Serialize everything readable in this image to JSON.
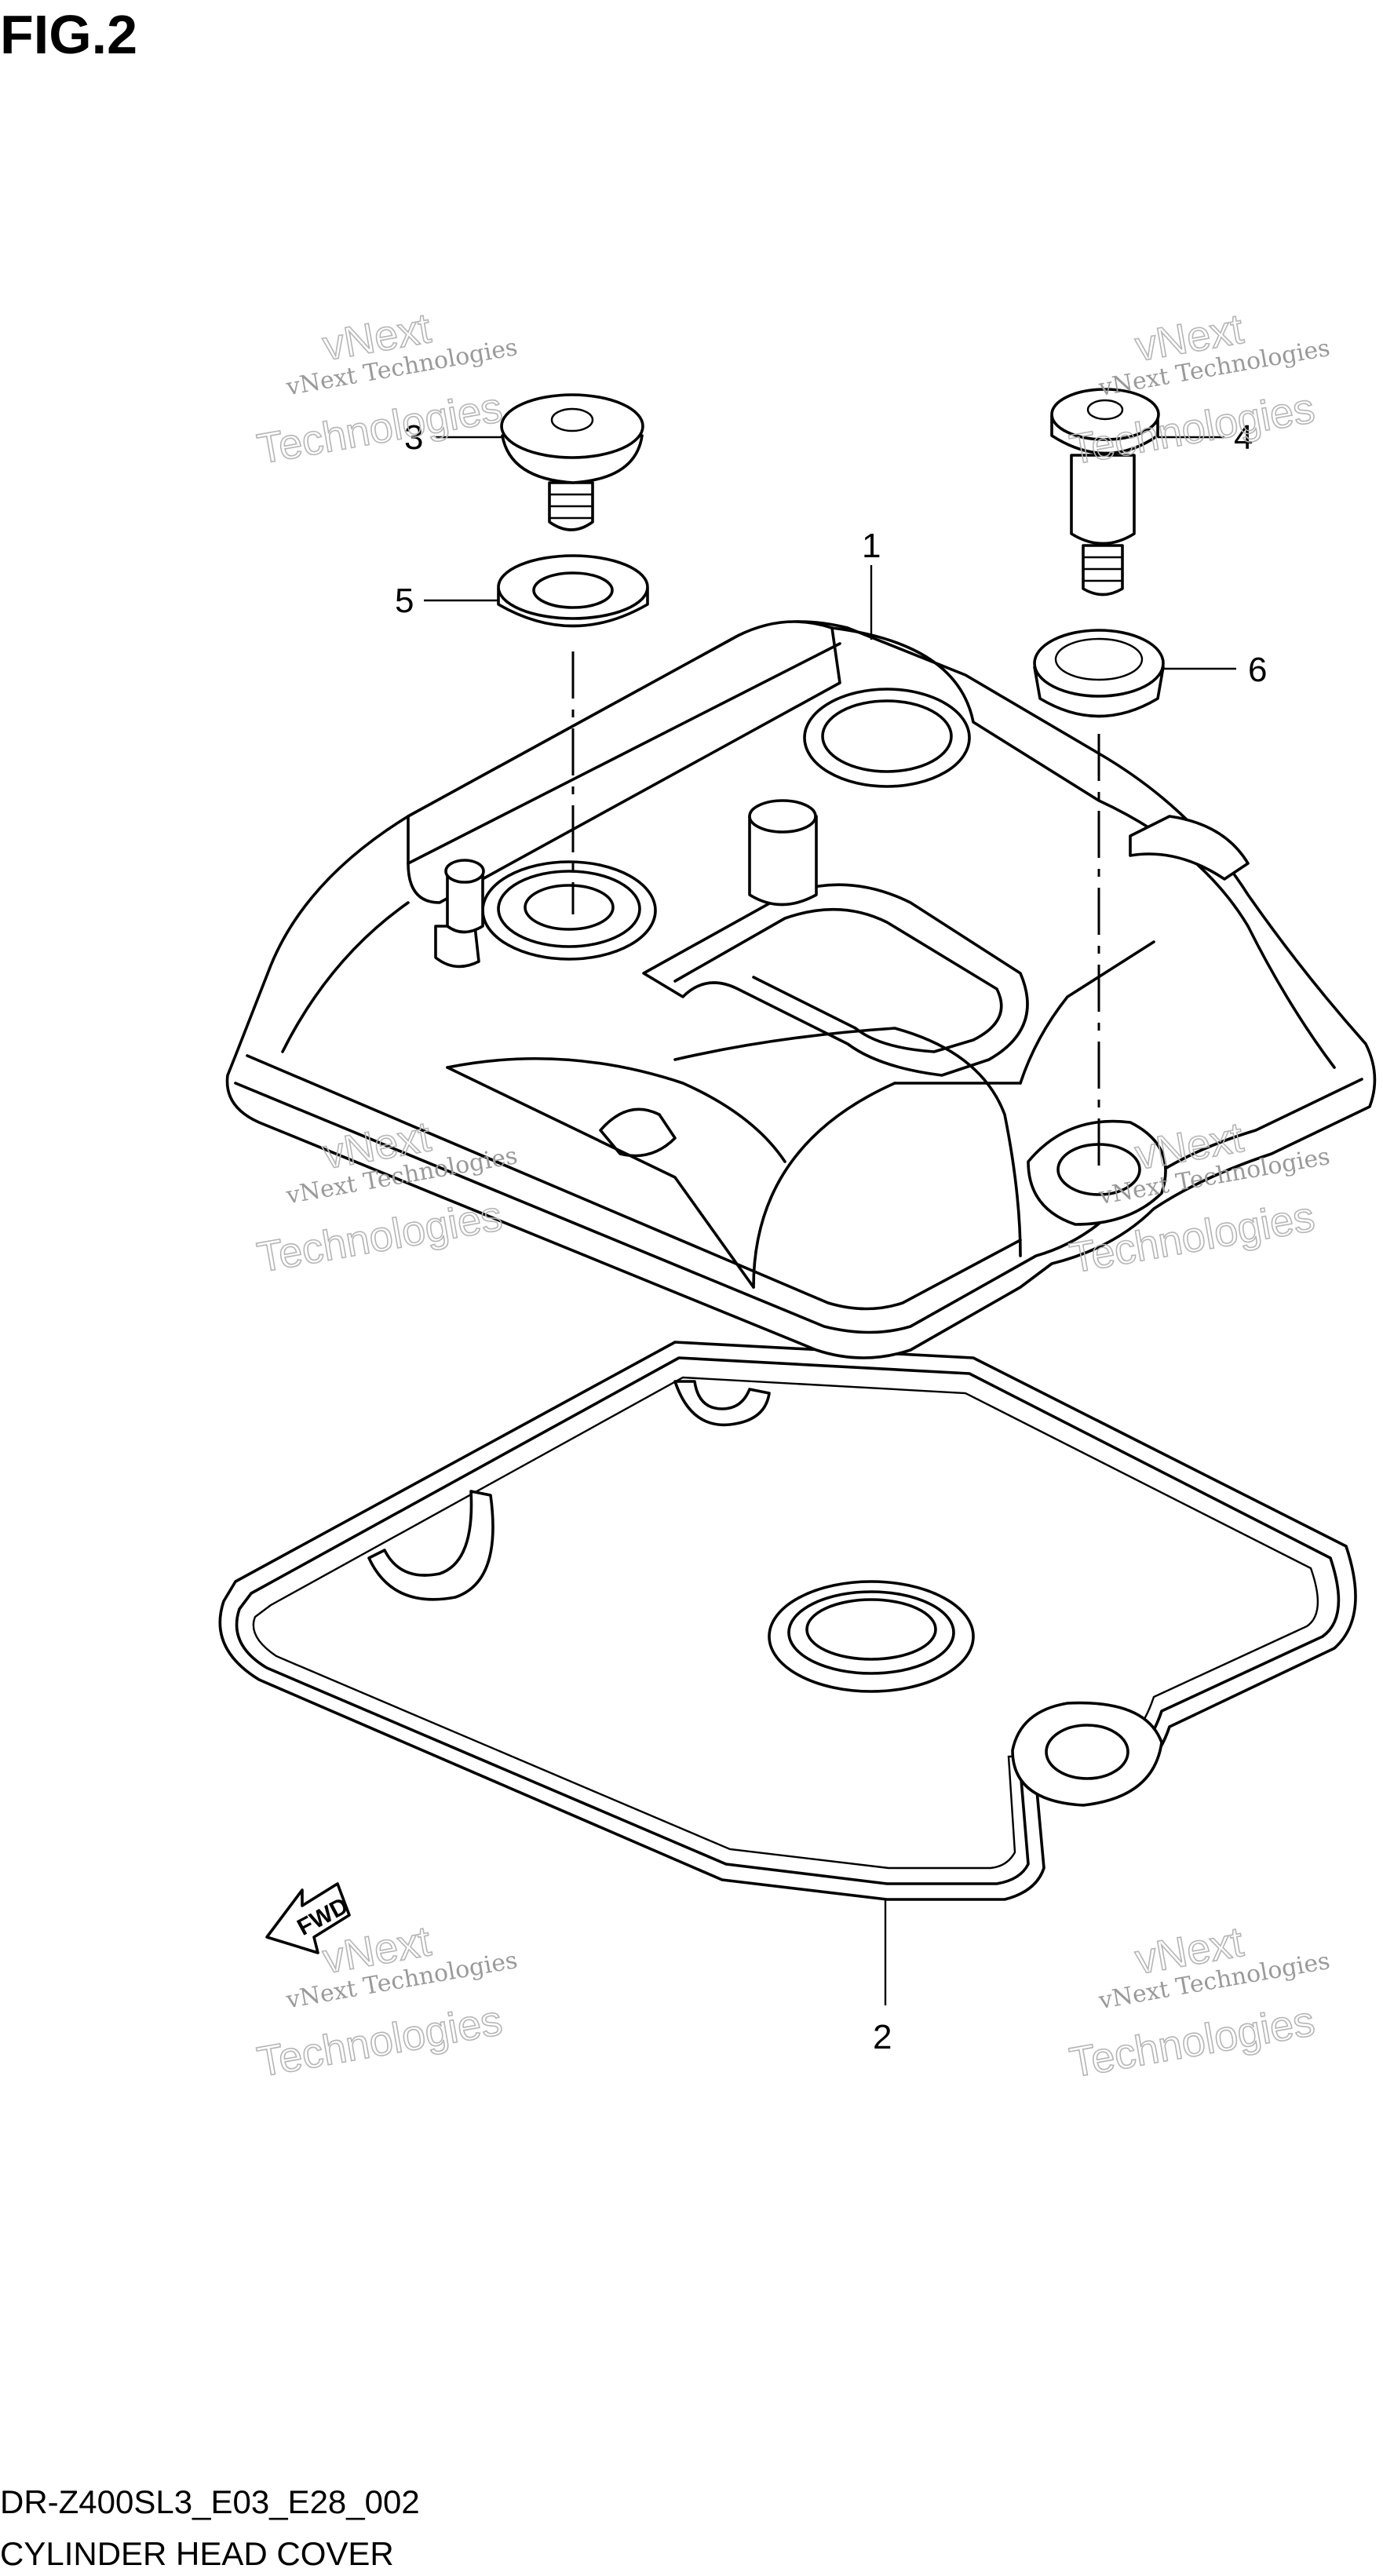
{
  "figure": {
    "title": "FIG.2"
  },
  "callouts": [
    {
      "id": "1",
      "label": "1"
    },
    {
      "id": "2",
      "label": "2"
    },
    {
      "id": "3",
      "label": "3"
    },
    {
      "id": "4",
      "label": "4"
    },
    {
      "id": "5",
      "label": "5"
    },
    {
      "id": "6",
      "label": "6"
    }
  ],
  "fwd_label": "FWD",
  "watermark": {
    "line1": "vNext Technologies",
    "line2": "vNext",
    "line3": "Technologies"
  },
  "footer": {
    "code": "DR-Z400SL3_E03_E28_002",
    "caption": "CYLINDER HEAD COVER"
  },
  "colors": {
    "line": "#000000",
    "background": "#ffffff",
    "watermark": "#9a9a9a"
  }
}
